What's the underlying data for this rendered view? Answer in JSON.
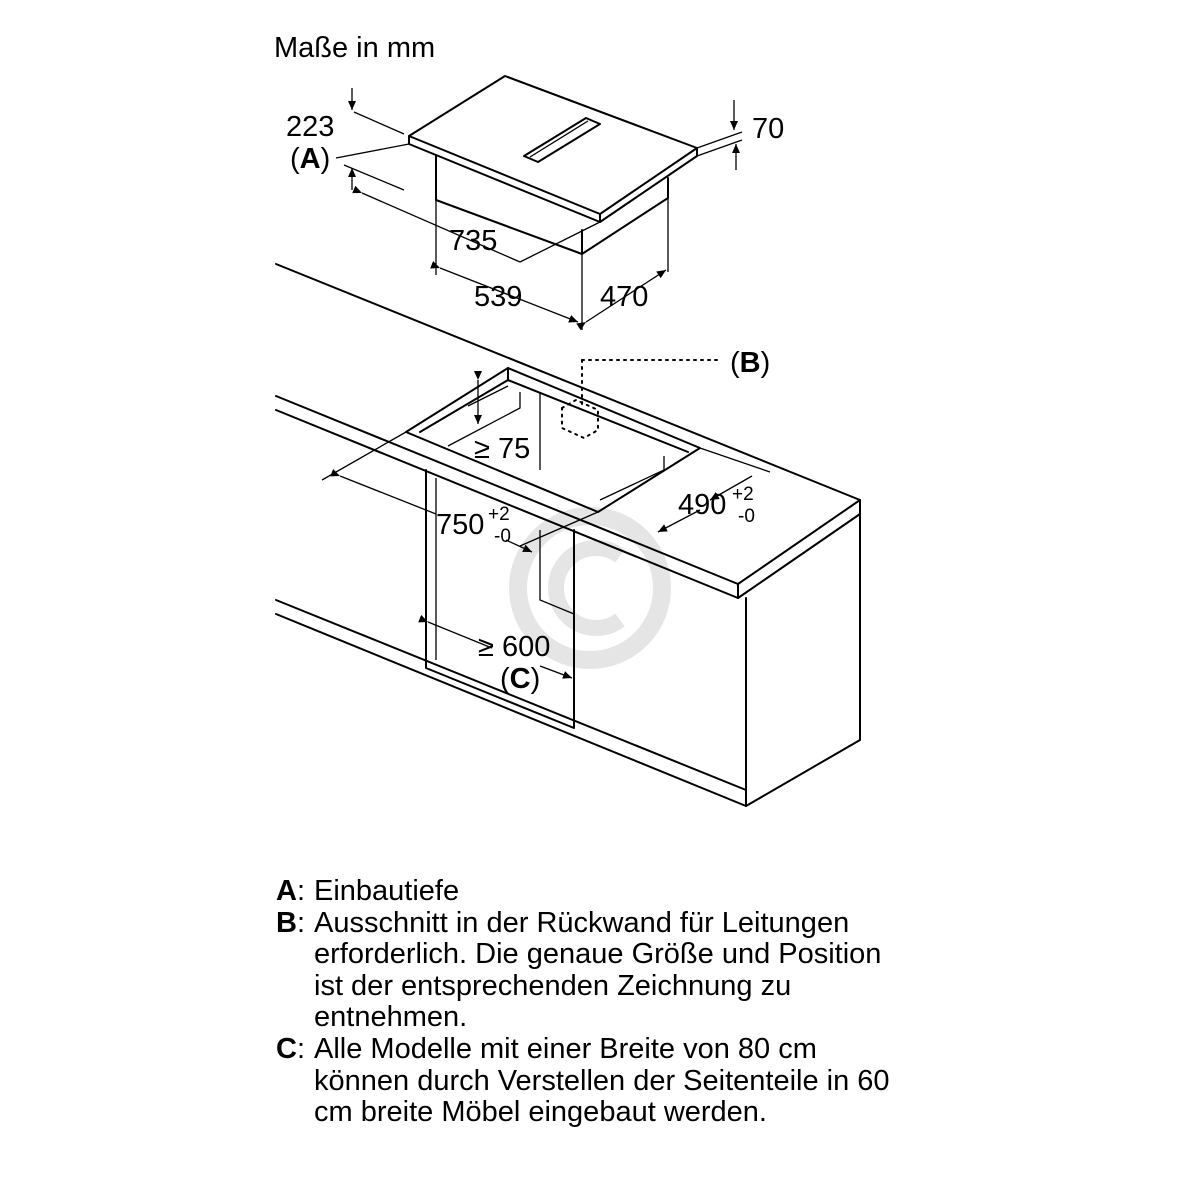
{
  "title": "Maße in mm",
  "dimensions": {
    "hob_width": "735",
    "hob_depth": "470",
    "hob_top_height": "70",
    "hob_body_width": "539",
    "installation_depth": "223",
    "min_gap": "≥ 75",
    "cutout_width": "750",
    "cutout_width_tol_plus": "+2",
    "cutout_width_tol_minus": "-0",
    "cutout_depth": "490",
    "cutout_depth_tol_plus": "+2",
    "cutout_depth_tol_minus": "-0",
    "cabinet_width": "≥ 600"
  },
  "labels": {
    "a": "A",
    "b": "B",
    "c": "C"
  },
  "legend": [
    {
      "key": "A",
      "text": "Einbautiefe"
    },
    {
      "key": "B",
      "text": "Ausschnitt in der Rückwand für Leitungen erforderlich. Die genaue Größe und Position ist der entsprechenden Zeichnung zu entnehmen."
    },
    {
      "key": "C",
      "text": "Alle Modelle mit einer Breite von 80 cm können durch Verstellen der Seitenteile in 60 cm breite Möbel eingebaut werden."
    }
  ],
  "colors": {
    "line": "#000000",
    "watermark": "#d9d9d9"
  },
  "icons": {
    "watermark": "copyright-icon"
  }
}
